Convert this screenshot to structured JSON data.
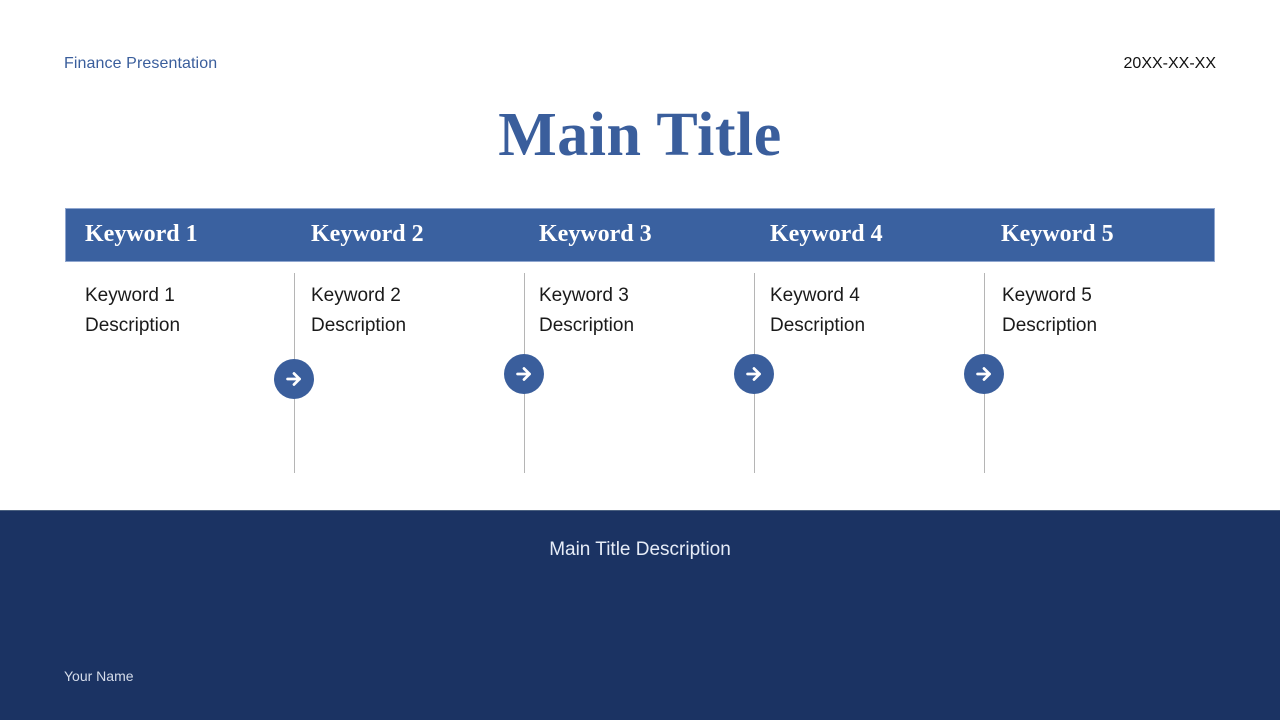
{
  "header": {
    "presentation_label": "Finance Presentation",
    "date": "20XX-XX-XX",
    "main_title": "Main Title"
  },
  "keywords": [
    {
      "title": "Keyword 1",
      "desc_line1": "Keyword 1",
      "desc_line2": "Description"
    },
    {
      "title": "Keyword 2",
      "desc_line1": "Keyword 2",
      "desc_line2": "Description"
    },
    {
      "title": "Keyword 3",
      "desc_line1": "Keyword 3",
      "desc_line2": "Description"
    },
    {
      "title": "Keyword 4",
      "desc_line1": "Keyword 4",
      "desc_line2": "Description"
    },
    {
      "title": "Keyword 5",
      "desc_line1": "Keyword 5",
      "desc_line2": "Description"
    }
  ],
  "arrows": [
    {
      "icon": "arrow-right-icon"
    },
    {
      "icon": "arrow-right-icon"
    },
    {
      "icon": "arrow-right-icon"
    },
    {
      "icon": "arrow-right-icon"
    }
  ],
  "footer": {
    "description": "Main Title Description",
    "author": "Your Name"
  },
  "colors": {
    "accent": "#3A5E9C",
    "header_band": "#3A61A0",
    "footer_bg": "#1B3363",
    "divider": "#B5B5B5"
  }
}
